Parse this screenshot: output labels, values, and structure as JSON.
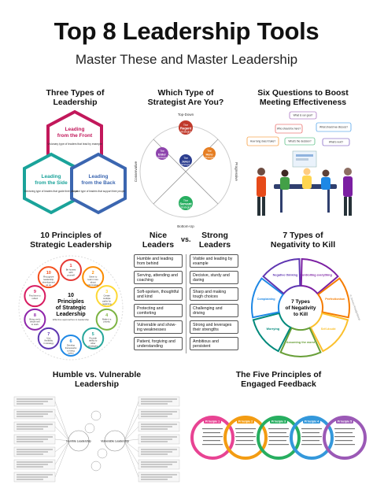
{
  "header": {
    "title": "Top 8 Leadership Tools",
    "subtitle": "Master These and Master Leadership"
  },
  "three_types": {
    "title_line1": "Three Types of",
    "title_line2": "Leadership",
    "front": {
      "label1": "Leading",
      "label2": "from the Front",
      "desc": "Visionary type of leaders that lead by example",
      "color": "#c2185b"
    },
    "side": {
      "label1": "Leading",
      "label2": "from the Side",
      "desc": "Mentoring type of leaders that guide their people",
      "color": "#1aa39a"
    },
    "back": {
      "label1": "Leading",
      "label2": "from the Back",
      "desc": "Servant type of leaders that support their people",
      "color": "#3b66b0"
    }
  },
  "strategist": {
    "title_line1": "Which Type of",
    "title_line2": "Strategist Are You?",
    "top": "Top-Down",
    "bottom": "Bottom-Up",
    "left": "Conservative",
    "right": "Progressive",
    "regent": {
      "the": "The",
      "name": "Regent",
      "role": "Strategist",
      "color": "#c0392b"
    },
    "elder": {
      "the": "The",
      "name": "Elder",
      "role": "Strategist",
      "color": "#8e44ad"
    },
    "joker": {
      "the": "The",
      "name": "Joker",
      "role": "Strategist",
      "color": "#2c3e8f"
    },
    "hero": {
      "the": "The",
      "name": "Hero",
      "role": "Strategist",
      "color": "#e67e22"
    },
    "servant": {
      "the": "The",
      "name": "Servant",
      "role": "Strategist",
      "color": "#27ae60"
    }
  },
  "six_questions": {
    "title_line1": "Six Questions to Boost",
    "title_line2": "Meeting Effectiveness",
    "q1": "What is our goal?",
    "q2": "What should we discuss?",
    "q3": "Who should be here?",
    "q4": "How long does it take?",
    "q5": "What's the decision?",
    "q6": "What's next?"
  },
  "ten_principles": {
    "title_line1": "10 Principles of",
    "title_line2": "Strategic Leadership",
    "center_line1": "10",
    "center_line2": "Principles",
    "center_line3": "of Strategic",
    "center_line4": "Leadership",
    "center_sub": "Effective approaches to leadership",
    "items": [
      {
        "n": "1",
        "label": "Be honest with yourself",
        "color": "#e53935"
      },
      {
        "n": "2",
        "label": "Strive to learn more about information",
        "color": "#fb8c00"
      },
      {
        "n": "3",
        "label": "Create multiple paths for regaining and testing ideas",
        "color": "#fdd835"
      },
      {
        "n": "4",
        "label": "Make it a priority",
        "color": "#7cb342"
      },
      {
        "n": "5",
        "label": "Provide ability to other strategies",
        "color": "#26a69a"
      },
      {
        "n": "6",
        "label": "Develop frameworks to bring action",
        "color": "#1e88e5"
      },
      {
        "n": "7",
        "label": "Use flexibility in strategy",
        "color": "#5e35b1"
      },
      {
        "n": "8",
        "label": "Bring one's whole self to work",
        "color": "#8e24aa"
      },
      {
        "n": "9",
        "label": "Find time to reflect",
        "color": "#d81b60"
      },
      {
        "n": "10",
        "label": "Recognize leadership development as an ongoing process",
        "color": "#f4511e"
      }
    ]
  },
  "nice_strong": {
    "nice_title1": "Nice",
    "nice_title2": "Leaders",
    "vs": "vs.",
    "strong_title1": "Strong",
    "strong_title2": "Leaders",
    "nice": [
      "Humble and leading from behind",
      "Serving, attending and coaching",
      "Soft-spoken, thoughtful and kind",
      "Protecting and comforting",
      "Vulnerable and show-ing weaknesses",
      "Patient, forgiving and understanding"
    ],
    "strong": [
      "Visible and leading by example",
      "Decisive, sturdy and daring",
      "Sharp and making tough choices",
      "Challenging and driving",
      "Strong and leverages their strengths",
      "Ambitious and persistent"
    ]
  },
  "negativity": {
    "title_line1": "7 Types of",
    "title_line2": "Negativity to Kill",
    "center_line1": "7 Types",
    "center_line2": "of Negativity",
    "center_line3": "to Kill",
    "copyright": "© Jeroen Kraaijenbrink",
    "segments": [
      {
        "label": "Controlling everything",
        "color": "#7b1fa2"
      },
      {
        "label": "Perfectionism",
        "color": "#f57c00"
      },
      {
        "label": "Self-doubt",
        "color": "#fbc02d"
      },
      {
        "label": "Assuming the worst",
        "color": "#689f38"
      },
      {
        "label": "Worrying",
        "color": "#00897b"
      },
      {
        "label": "Complaining",
        "color": "#1e88e5"
      },
      {
        "label": "Negative thinking",
        "color": "#5e35b1"
      }
    ]
  },
  "humble_vulnerable": {
    "title_line1": "Humble vs. Vulnerable",
    "title_line2": "Leadership",
    "humble": "Humble Leadership",
    "vulnerable": "Vulnerable Leadership"
  },
  "feedback": {
    "title_line1": "The Five Principles of",
    "title_line2": "Engaged Feedback",
    "principles": [
      {
        "label": "Principle 1",
        "color": "#e84393"
      },
      {
        "label": "Principle 2",
        "color": "#f39c12"
      },
      {
        "label": "Principle 3",
        "color": "#27ae60"
      },
      {
        "label": "Principle 4",
        "color": "#3498db"
      },
      {
        "label": "Principle 5",
        "color": "#9b59b6"
      }
    ]
  }
}
